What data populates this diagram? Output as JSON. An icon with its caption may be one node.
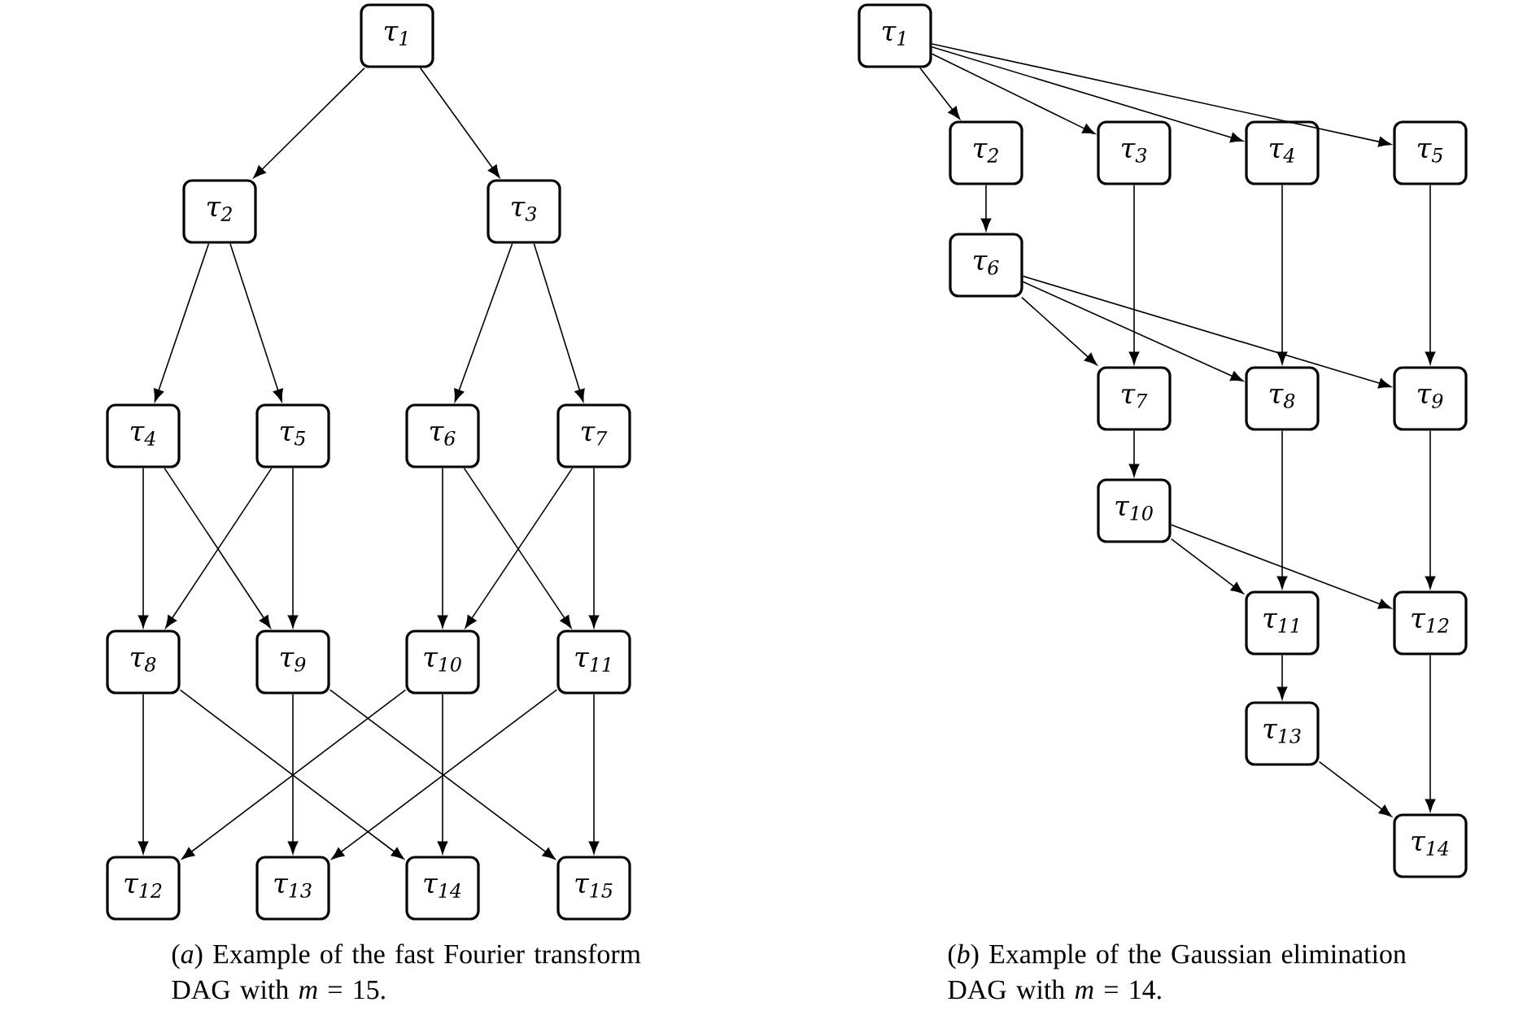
{
  "diagram": {
    "nodes": [
      {
        "text": [
          "τ$_{1}$"
        ]
      },
      {
        "text": [
          "τ$_{2}$"
        ]
      },
      {
        "text": [
          "τ$_{3}$"
        ]
      },
      {
        "text": [
          "τ$_{4}$"
        ]
      },
      {
        "text": [
          "τ$_{5}$"
        ]
      },
      {
        "text": [
          "τ$_{6}$"
        ]
      },
      {
        "text": [
          "τ$_{7}$"
        ]
      },
      {
        "text": [
          "τ$_{8}$"
        ]
      },
      {
        "text": [
          "τ$_{9}$"
        ]
      },
      {
        "text": [
          "τ$_{10}$"
        ]
      },
      {
        "text": [
          "τ$_{11}$"
        ]
      },
      {
        "text": [
          "τ$_{12}$"
        ]
      },
      {
        "text": [
          "τ$_{13}$"
        ]
      },
      {
        "text": [
          "τ$_{14}$"
        ]
      },
      {
        "text": [
          "τ$_{15}$"
        ]
      },
      {
        "text": [
          "τ$_{1}$"
        ]
      },
      {
        "text": [
          "τ$_{2}$"
        ]
      },
      {
        "text": [
          "τ$_{3}$"
        ]
      },
      {
        "text": [
          "τ$_{4}$"
        ]
      },
      {
        "text": [
          "τ$_{5}$"
        ]
      },
      {
        "text": [
          "τ$_{6}$"
        ]
      },
      {
        "text": [
          "τ$_{7}$"
        ]
      },
      {
        "text": [
          "τ$_{8}$"
        ]
      },
      {
        "text": [
          "τ$_{9}$"
        ]
      },
      {
        "text": [
          "τ$_{10}$"
        ]
      },
      {
        "text": [
          "τ$_{11}$"
        ]
      },
      {
        "text": [
          "τ$_{12}$"
        ]
      },
      {
        "text": [
          "τ$_{13}$"
        ]
      },
      {
        "text": [
          "τ$_{14}$"
        ]
      }
    ],
    "edges": [
      {
        "from": 0,
        "to": 1,
        "arrow": "to"
      },
      {
        "from": 0,
        "to": 2,
        "arrow": "to"
      },
      {
        "from": 1,
        "to": 3,
        "arrow": "to"
      },
      {
        "from": 1,
        "to": 4,
        "arrow": "to"
      },
      {
        "from": 2,
        "to": 5,
        "arrow": "to"
      },
      {
        "from": 2,
        "to": 6,
        "arrow": "to"
      },
      {
        "from": 3,
        "to": 7,
        "arrow": "to"
      },
      {
        "from": 3,
        "to": 8,
        "arrow": "to"
      },
      {
        "from": 4,
        "to": 7,
        "arrow": "to"
      },
      {
        "from": 4,
        "to": 8,
        "arrow": "to"
      },
      {
        "from": 5,
        "to": 9,
        "arrow": "to"
      },
      {
        "from": 5,
        "to": 10,
        "arrow": "to"
      },
      {
        "from": 6,
        "to": 9,
        "arrow": "to"
      },
      {
        "from": 6,
        "to": 10,
        "arrow": "to"
      },
      {
        "from": 7,
        "to": 11,
        "arrow": "to"
      },
      {
        "from": 7,
        "to": 13,
        "arrow": "to"
      },
      {
        "from": 8,
        "to": 12,
        "arrow": "to"
      },
      {
        "from": 8,
        "to": 14,
        "arrow": "to"
      },
      {
        "from": 9,
        "to": 11,
        "arrow": "to"
      },
      {
        "from": 9,
        "to": 13,
        "arrow": "to"
      },
      {
        "from": 10,
        "to": 12,
        "arrow": "to"
      },
      {
        "from": 10,
        "to": 14,
        "arrow": "to"
      },
      {
        "from": 15,
        "to": 16,
        "arrow": "to"
      },
      {
        "from": 15,
        "to": 17,
        "arrow": "to"
      },
      {
        "from": 15,
        "to": 18,
        "arrow": "to"
      },
      {
        "from": 15,
        "to": 19,
        "arrow": "to"
      },
      {
        "from": 16,
        "to": 20,
        "arrow": "to"
      },
      {
        "from": 20,
        "to": 21,
        "arrow": "to"
      },
      {
        "from": 20,
        "to": 22,
        "arrow": "to"
      },
      {
        "from": 20,
        "to": 23,
        "arrow": "to"
      },
      {
        "from": 17,
        "to": 21,
        "arrow": "to"
      },
      {
        "from": 18,
        "to": 22,
        "arrow": "to"
      },
      {
        "from": 19,
        "to": 23,
        "arrow": "to"
      },
      {
        "from": 21,
        "to": 24,
        "arrow": "to"
      },
      {
        "from": 24,
        "to": 25,
        "arrow": "to"
      },
      {
        "from": 24,
        "to": 26,
        "arrow": "to"
      },
      {
        "from": 22,
        "to": 25,
        "arrow": "to"
      },
      {
        "from": 23,
        "to": 26,
        "arrow": "to"
      },
      {
        "from": 25,
        "to": 27,
        "arrow": "to"
      },
      {
        "from": 27,
        "to": 28,
        "arrow": "to"
      },
      {
        "from": 26,
        "to": 28,
        "arrow": "to"
      }
    ],
    "labels": [
      "(*a*) Example of the fast Fourier transform DAG with *m* = 15.",
      "(*b*) Example of the Gaussian elimination DAG with *m* = 14."
    ]
  }
}
